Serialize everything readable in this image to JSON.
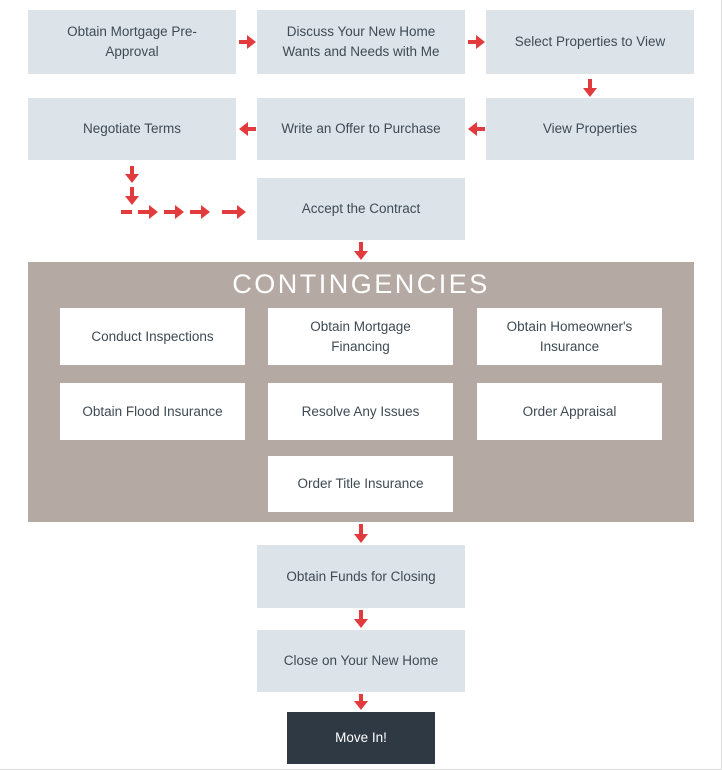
{
  "title": "CONTINGENCIES",
  "steps": {
    "pre_approval": "Obtain Mortgage Pre-Approval",
    "discuss": "Discuss Your New Home Wants and Needs with Me",
    "select_properties": "Select Properties to View",
    "view_properties": "View Properties",
    "write_offer": "Write an Offer to Purchase",
    "negotiate": "Negotiate Terms",
    "accept_contract": "Accept the Contract",
    "conduct_inspections": "Conduct Inspections",
    "mortgage_financing": "Obtain Mortgage Financing",
    "homeowners_insurance": "Obtain Homeowner's Insurance",
    "flood_insurance": "Obtain Flood Insurance",
    "resolve_issues": "Resolve Any Issues",
    "order_appraisal": "Order Appraisal",
    "title_insurance": "Order Title Insurance",
    "funds_for_closing": "Obtain Funds for Closing",
    "close_home": "Close on Your New Home",
    "move_in": "Move In!"
  },
  "colors": {
    "step_box": "#dde4e9",
    "white_box": "#ffffff",
    "arrow": "#e23b3d",
    "contingencies_bg": "#b4a9a3",
    "move_in_bg": "#2e3944",
    "text": "#3e4a54",
    "title_text": "#ffffff"
  }
}
